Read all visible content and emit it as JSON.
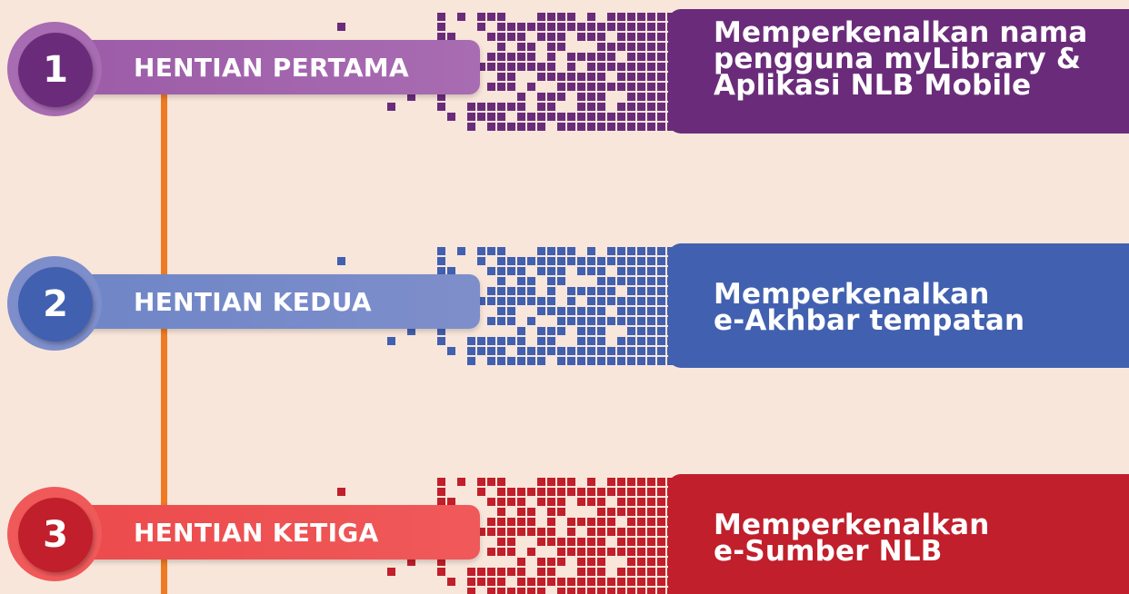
{
  "colors": {
    "background": "#F9E6DB",
    "timeline": "#EE7A23"
  },
  "stops": [
    {
      "number": "1",
      "label": "HENTIAN PERTAMA",
      "description": "Memperkenalkan nama\npengguna myLibrary &\nAplikasi NLB Mobile",
      "dark": "#6A2C7A",
      "mid": "#9C5BA7",
      "light": "#A86CB2"
    },
    {
      "number": "2",
      "label": "HENTIAN KEDUA",
      "description": "Memperkenalkan\ne-Akhbar tempatan",
      "dark": "#4260B0",
      "mid": "#6E85C6",
      "light": "#7E8ECB"
    },
    {
      "number": "3",
      "label": "HENTIAN KETIGA",
      "description": "Memperkenalkan\ne-Sumber NLB",
      "dark": "#C01F2B",
      "mid": "#EC4A4B",
      "light": "#F0595A"
    }
  ]
}
